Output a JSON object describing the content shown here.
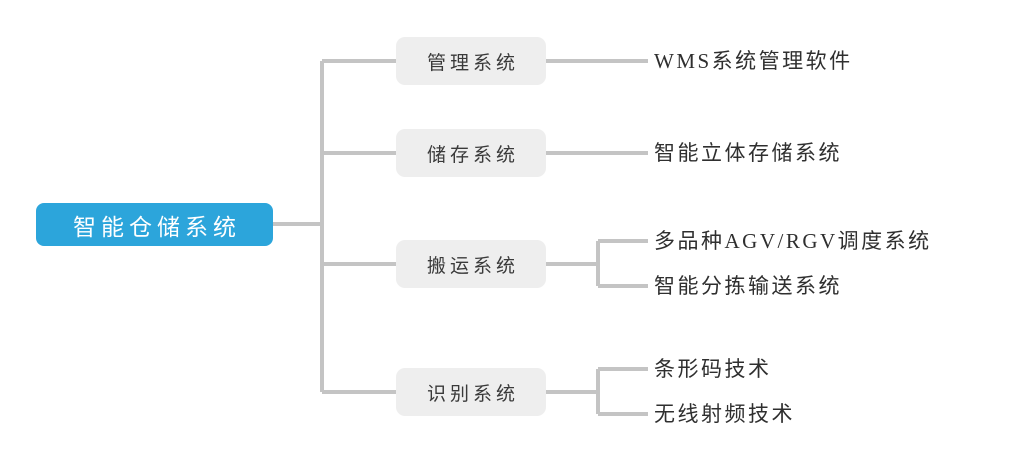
{
  "diagram": {
    "type": "tree-mindmap",
    "orientation": "left-to-right",
    "colors": {
      "root_fill": "#2ca5db",
      "root_text": "#ffffff",
      "branch_fill": "#eeeeee",
      "branch_text": "#3a3a3a",
      "leaf_text": "#2f2f2f",
      "connector": "#c4c4c4",
      "background": "#ffffff"
    },
    "root": {
      "label": "智能仓储系统"
    },
    "branches": [
      {
        "label": "管理系统",
        "leaves": [
          {
            "label": "WMS系统管理软件"
          }
        ]
      },
      {
        "label": "储存系统",
        "leaves": [
          {
            "label": "智能立体存储系统"
          }
        ]
      },
      {
        "label": "搬运系统",
        "leaves": [
          {
            "label": "多品种AGV/RGV调度系统"
          },
          {
            "label": "智能分拣输送系统"
          }
        ]
      },
      {
        "label": "识别系统",
        "leaves": [
          {
            "label": "条形码技术"
          },
          {
            "label": "无线射频技术"
          }
        ]
      }
    ]
  }
}
